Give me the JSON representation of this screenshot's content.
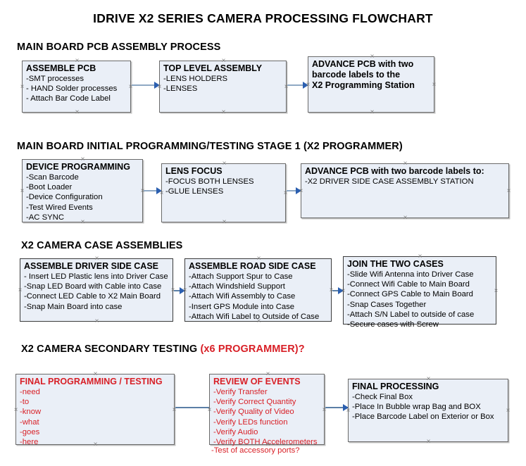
{
  "document": {
    "title": "IDRIVE X2  SERIES CAMERA PROCESSING FLOWCHART",
    "accent_color": "#d81f26",
    "box_fill": "#eaeff7",
    "box_border": "#6a6a6a",
    "connector_color": "#8fa9c4",
    "arrow_color": "#2b5fb0"
  },
  "sections": [
    {
      "heading": "MAIN BOARD PCB ASSEMBLY PROCESS",
      "heading_accent": "",
      "boxes": [
        {
          "title": "ASSEMBLE PCB",
          "title_style": "bold",
          "lines": [
            " -SMT processes",
            "- HAND Solder processes",
            "- Attach Bar Code Label"
          ],
          "text_color": "black"
        },
        {
          "title": "TOP LEVEL ASSEMBLY",
          "title_style": "bold",
          "lines": [
            "-LENS HOLDERS",
            "-LENSES"
          ],
          "text_color": "black"
        },
        {
          "title": "ADVANCE PCB with two",
          "title_style": "bold",
          "lines": [
            "barcode labels to the",
            " X2 Programming Station"
          ],
          "lines_bold": true,
          "text_color": "black"
        }
      ]
    },
    {
      "heading": "MAIN BOARD INITIAL PROGRAMMING/TESTING STAGE 1 (X2 PROGRAMMER)",
      "heading_accent": "",
      "boxes": [
        {
          "title": "DEVICE PROGRAMMING",
          "title_style": "bold",
          "lines": [
            "-Scan Barcode",
            "-Boot Loader",
            "-Device Configuration",
            "-Test Wired Events",
            "-AC SYNC"
          ],
          "text_color": "black"
        },
        {
          "title": "LENS FOCUS",
          "title_style": "bold",
          "lines": [
            "-FOCUS BOTH LENSES",
            "-GLUE LENSES"
          ],
          "text_color": "black"
        },
        {
          "title": "ADVANCE PCB with two barcode labels to:",
          "title_style": "bold",
          "lines": [
            "-X2 DRIVER  SIDE  CASE  ASSEMBLY STATION"
          ],
          "text_color": "black"
        }
      ]
    },
    {
      "heading": "X2 CAMERA CASE ASSEMBLIES",
      "heading_accent": "",
      "boxes": [
        {
          "title": "ASSEMBLE DRIVER SIDE CASE",
          "title_style": "bold",
          "lines": [
            "- Insert LED Plastic lens into Driver Case",
            "-Snap LED Board with Cable into Case",
            "-Connect LED Cable to X2 Main Board",
            "-Snap Main Board into case"
          ],
          "text_color": "black"
        },
        {
          "title": "ASSEMBLE ROAD SIDE CASE",
          "title_style": "bold",
          "lines": [
            "-Attach Support Spur to Case",
            "-Attach Windshield Support",
            "-Attach Wifi Assembly to Case",
            "-Insert GPS Module into Case",
            "-Attach Wifi Label to Outside of Case"
          ],
          "text_color": "black"
        },
        {
          "title": "JOIN THE TWO CASES",
          "title_style": "bold",
          "lines": [
            "-Slide Wifi Antenna into Driver Case",
            "-Connect Wifi Cable to Main Board",
            "-Connect GPS Cable to Main Board",
            "-Snap Cases Together",
            "-Attach S/N Label to outside of case",
            "-Secure cases with Screw"
          ],
          "text_color": "black"
        }
      ]
    },
    {
      "heading": "X2 CAMERA SECONDARY TESTING ",
      "heading_accent": "(x6 PROGRAMMER)?",
      "boxes": [
        {
          "title": "FINAL PROGRAMMING / TESTING",
          "title_style": "bold",
          "lines": [
            "-need",
            "-to",
            "-know",
            "-what",
            "-goes",
            "-here"
          ],
          "text_color": "red"
        },
        {
          "title": "REVIEW OF EVENTS",
          "title_style": "bold",
          "lines": [
            "-Verify Transfer",
            "-Verify Correct Quantity",
            "-Verify Quality of Video",
            "-Verify LEDs function",
            "-Verify Audio",
            "-Verify BOTH Accelerometers"
          ],
          "overflow_line": "-Test of accessory ports?",
          "text_color": "red"
        },
        {
          "title": "FINAL PROCESSING",
          "title_style": "bold",
          "lines": [
            " -Check Final Box",
            "-Place In Bubble wrap Bag and BOX",
            "-Place Barcode Label on Exterior or Box"
          ],
          "text_color": "black"
        }
      ]
    }
  ]
}
